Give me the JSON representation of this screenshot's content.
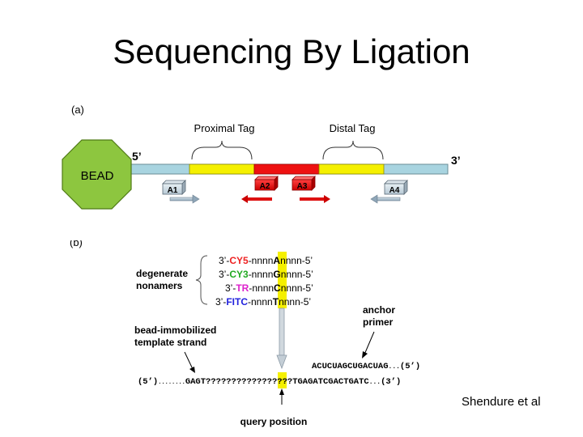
{
  "slide": {
    "title": "Sequencing By Ligation",
    "credit": "Shendure et al"
  },
  "panel_a": {
    "label": "(a)",
    "bead": "BEAD",
    "end5": "5’",
    "end3": "3’",
    "proximal_tag": "Proximal Tag",
    "distal_tag": "Distal Tag",
    "primers": [
      "A1",
      "A2",
      "A3",
      "A4"
    ],
    "colors": {
      "bead": "#8DC63F",
      "template": "#A8D4E0",
      "tag": "#F5F000",
      "center": "#EE1111"
    }
  },
  "panel_b": {
    "label": "(b)",
    "degenerate_line1": "degenerate",
    "degenerate_line2": "nonamers",
    "probes": [
      {
        "prefix": "3’-",
        "dye": "CY5",
        "dye_color": "#EE2222",
        "mid": "-nnnn",
        "base": "A",
        "suffix": "nnnn-5’"
      },
      {
        "prefix": "3’-",
        "dye": "CY3",
        "dye_color": "#22AA22",
        "mid": "-nnnn",
        "base": "G",
        "suffix": "nnnn-5’"
      },
      {
        "prefix": "3’-",
        "dye": "TR",
        "dye_color": "#DD22CC",
        "mid": "-nnnn",
        "base": "C",
        "suffix": "nnnn-5’"
      },
      {
        "prefix": "3’-",
        "dye": "FITC",
        "dye_color": "#2222DD",
        "mid": "-nnnn",
        "base": "T",
        "suffix": "nnnn-5’"
      }
    ],
    "anchor_line1": "anchor",
    "anchor_line2": "primer",
    "bead_immob_line1": "bead-immobilized",
    "bead_immob_line2": "template strand",
    "anchor_seq": "ACUCUAGCUGACUAG",
    "anchor_dots": "...",
    "anchor_end": "(5’)",
    "template_start": "(5’)",
    "template_dots": "........",
    "template_known": "GAGT",
    "template_q1": "???????????",
    "template_qpos": "?",
    "template_q2": "?????",
    "template_tail": "TGAGATCGACTGATC",
    "template_dots2": "...",
    "template_end": "(3’)",
    "query_position": "query position"
  }
}
